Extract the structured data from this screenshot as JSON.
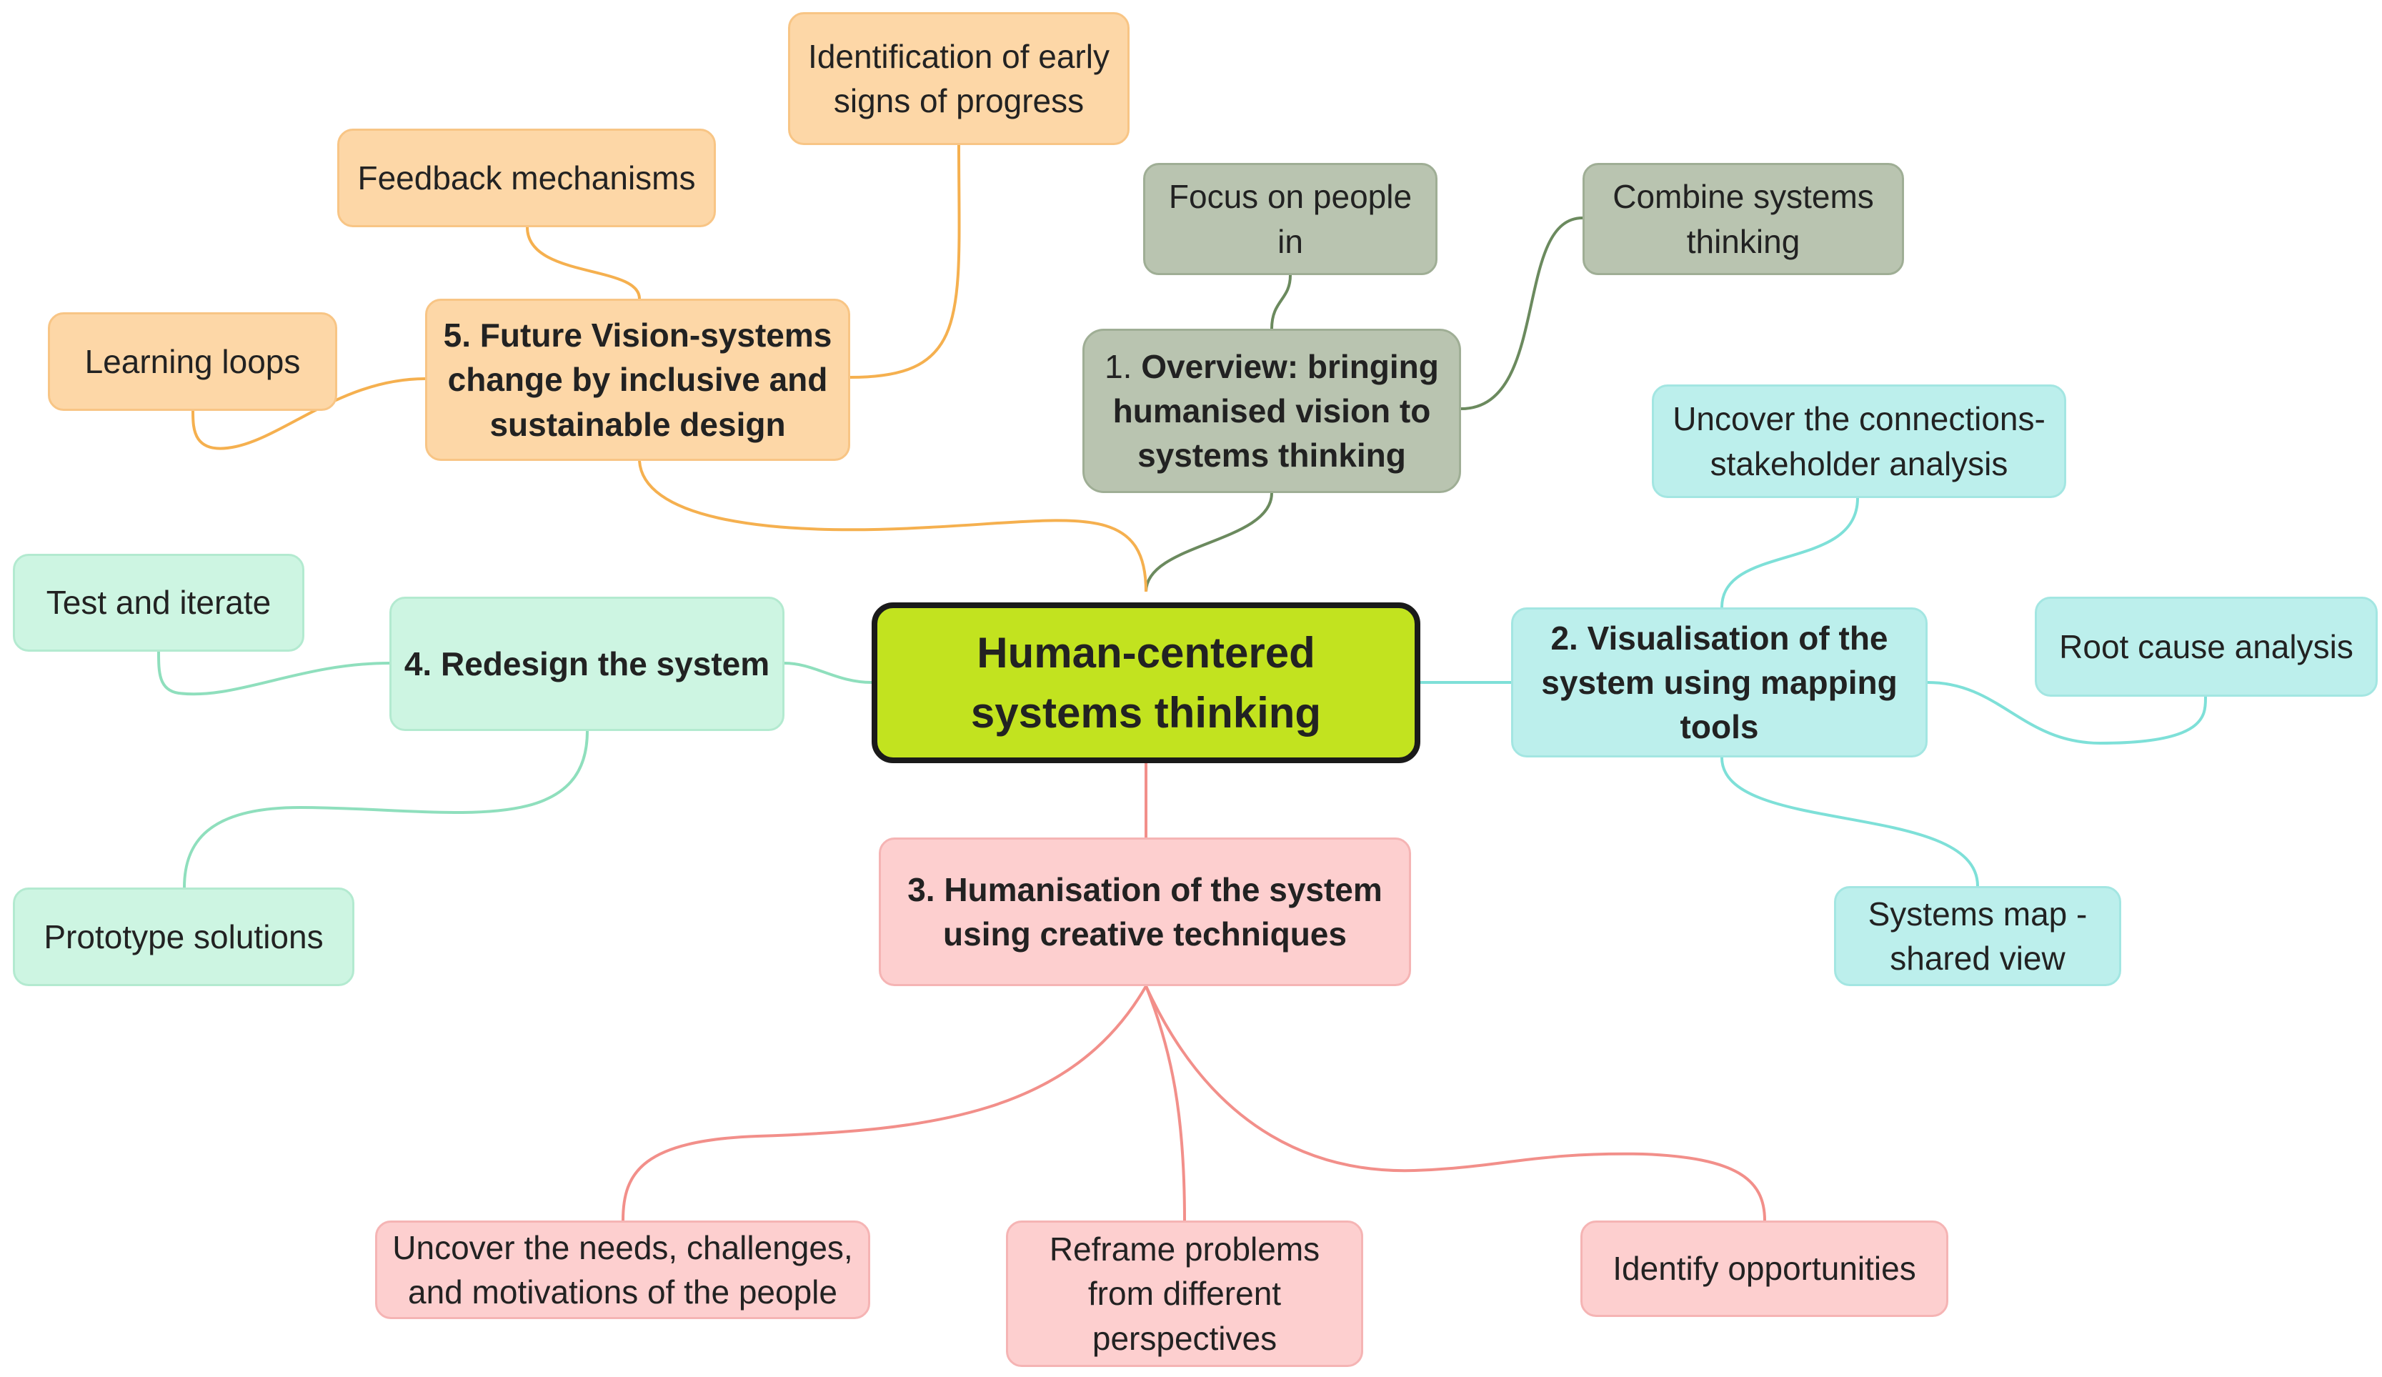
{
  "diagram": {
    "type": "mind-map",
    "root": {
      "label": "Human-centered systems thinking",
      "color": "#c2e31f"
    },
    "branches": [
      {
        "id": "b1",
        "prefix": "1. ",
        "label": "Overview: bringing humanised vision to systems thinking",
        "color": "#b9c4b0",
        "line_color": "#6b8a5e",
        "children": [
          "Focus on people in",
          "Combine systems thinking"
        ]
      },
      {
        "id": "b2",
        "prefix": "",
        "label": "2. Visualisation of the system using mapping tools",
        "color": "#bcefec",
        "line_color": "#7ee0d8",
        "children": [
          "Uncover the connections-stakeholder analysis",
          "Root cause analysis",
          "Systems map - shared view"
        ]
      },
      {
        "id": "b3",
        "prefix": "",
        "label": "3. Humanisation of the system using creative techniques",
        "color": "#fdcfcf",
        "line_color": "#f28f8a",
        "children": [
          "Uncover the needs, challenges, and motivations of the people",
          "Reframe problems from different perspectives",
          "Identify opportunities"
        ]
      },
      {
        "id": "b4",
        "prefix": "",
        "label": "4. Redesign the system",
        "color": "#cdf5e2",
        "line_color": "#8fdfbd",
        "children": [
          "Test and iterate",
          "Prototype solutions"
        ]
      },
      {
        "id": "b5",
        "prefix": "",
        "label": "5. Future Vision-systems change by inclusive and sustainable design",
        "color": "#fdd7a7",
        "line_color": "#f5b04f",
        "children": [
          "Feedback mechanisms",
          "Identification of early signs of progress",
          "Learning loops"
        ]
      }
    ]
  }
}
